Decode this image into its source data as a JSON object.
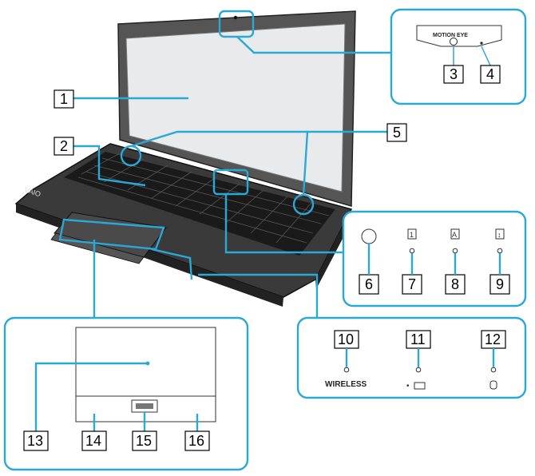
{
  "callouts": {
    "c1": "1",
    "c2": "2",
    "c3": "3",
    "c4": "4",
    "c5": "5",
    "c6": "6",
    "c7": "7",
    "c8": "8",
    "c9": "9",
    "c10": "10",
    "c11": "11",
    "c12": "12",
    "c13": "13",
    "c14": "14",
    "c15": "15",
    "c16": "16"
  },
  "camera_panel": {
    "label": "MOTION EYE"
  },
  "indicator_panel": {
    "wireless_label": "WIRELESS"
  },
  "colors": {
    "callout": "#2aa8d6",
    "laptop_body": "#3a3a3a",
    "keys": "#1a1a1a",
    "screen": "#e8eaec"
  }
}
